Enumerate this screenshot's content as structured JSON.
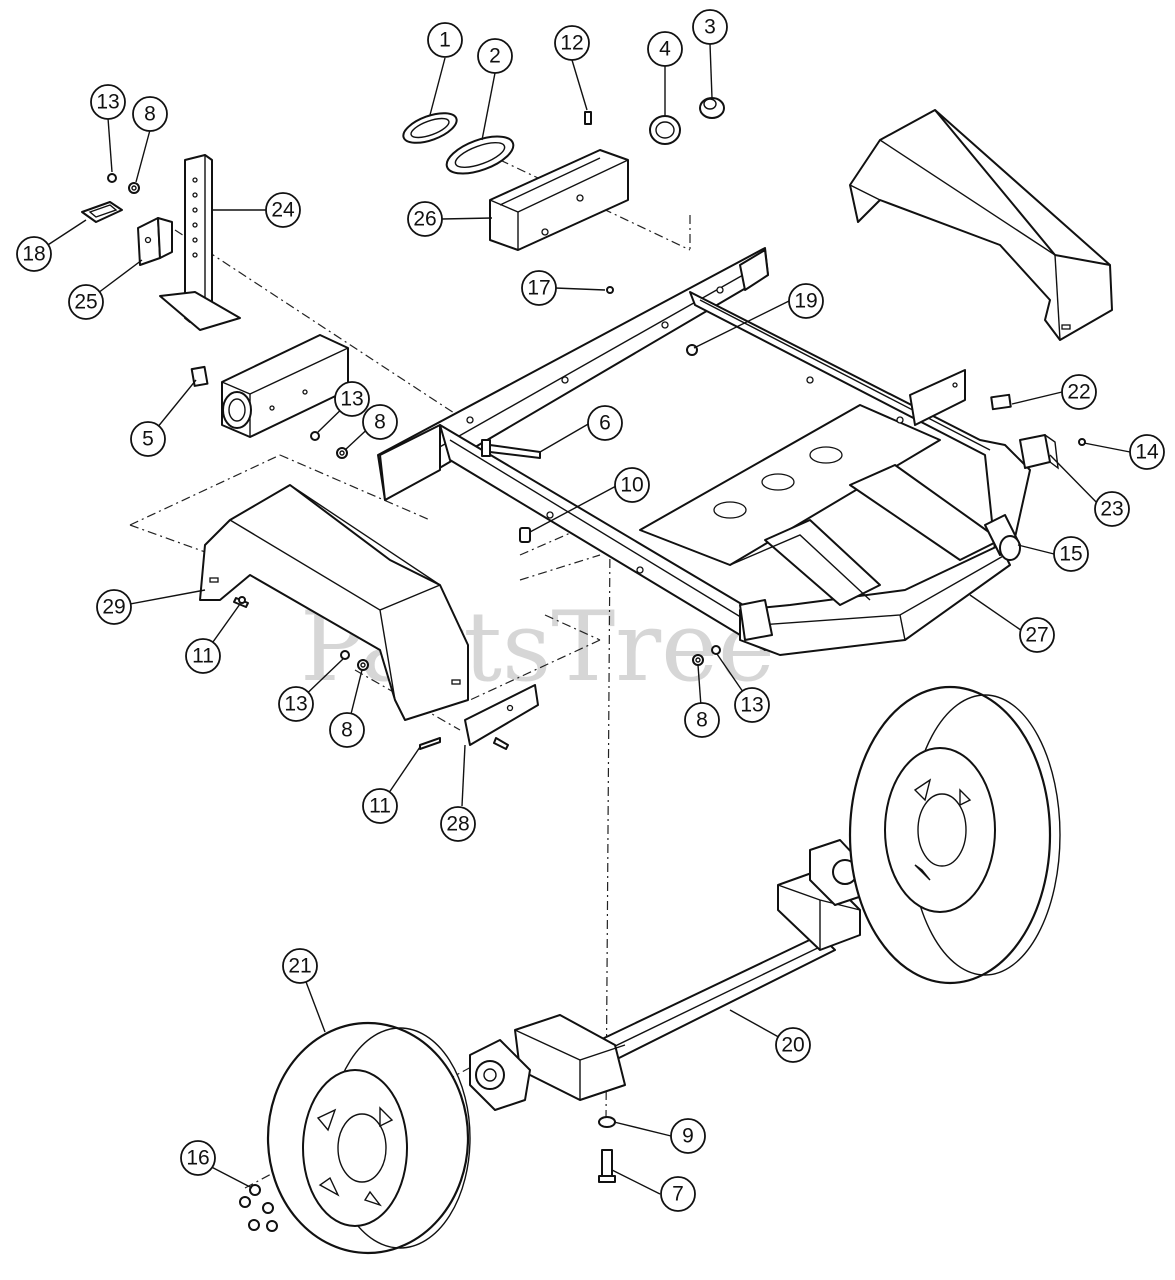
{
  "watermark": "PartsTree",
  "callouts": [
    {
      "id": "c1",
      "label": "1"
    },
    {
      "id": "c2",
      "label": "2"
    },
    {
      "id": "c3",
      "label": "3"
    },
    {
      "id": "c4",
      "label": "4"
    },
    {
      "id": "c5",
      "label": "5"
    },
    {
      "id": "c6",
      "label": "6"
    },
    {
      "id": "c7",
      "label": "7"
    },
    {
      "id": "c8a",
      "label": "8"
    },
    {
      "id": "c8b",
      "label": "8"
    },
    {
      "id": "c8c",
      "label": "8"
    },
    {
      "id": "c8d",
      "label": "8"
    },
    {
      "id": "c9",
      "label": "9"
    },
    {
      "id": "c10",
      "label": "10"
    },
    {
      "id": "c11a",
      "label": "11"
    },
    {
      "id": "c11b",
      "label": "11"
    },
    {
      "id": "c12",
      "label": "12"
    },
    {
      "id": "c13a",
      "label": "13"
    },
    {
      "id": "c13b",
      "label": "13"
    },
    {
      "id": "c13c",
      "label": "13"
    },
    {
      "id": "c13d",
      "label": "13"
    },
    {
      "id": "c14",
      "label": "14"
    },
    {
      "id": "c15",
      "label": "15"
    },
    {
      "id": "c16",
      "label": "16"
    },
    {
      "id": "c17",
      "label": "17"
    },
    {
      "id": "c18",
      "label": "18"
    },
    {
      "id": "c19",
      "label": "19"
    },
    {
      "id": "c20",
      "label": "20"
    },
    {
      "id": "c21",
      "label": "21"
    },
    {
      "id": "c22",
      "label": "22"
    },
    {
      "id": "c23",
      "label": "23"
    },
    {
      "id": "c24",
      "label": "24"
    },
    {
      "id": "c25",
      "label": "25"
    },
    {
      "id": "c26",
      "label": "26"
    },
    {
      "id": "c27",
      "label": "27"
    },
    {
      "id": "c28",
      "label": "28"
    },
    {
      "id": "c29",
      "label": "29"
    }
  ]
}
